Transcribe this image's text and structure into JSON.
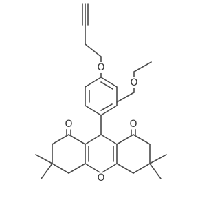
{
  "molecule": {
    "atoms": [
      {
        "id": "O1",
        "label": "O"
      },
      {
        "id": "O2",
        "label": "O"
      },
      {
        "id": "O3",
        "label": "O"
      },
      {
        "id": "O4",
        "label": "O"
      },
      {
        "id": "O5",
        "label": "O"
      }
    ],
    "colors": {
      "bond": "#4a4a4a",
      "label": "#333333",
      "background": "#ffffff"
    }
  }
}
